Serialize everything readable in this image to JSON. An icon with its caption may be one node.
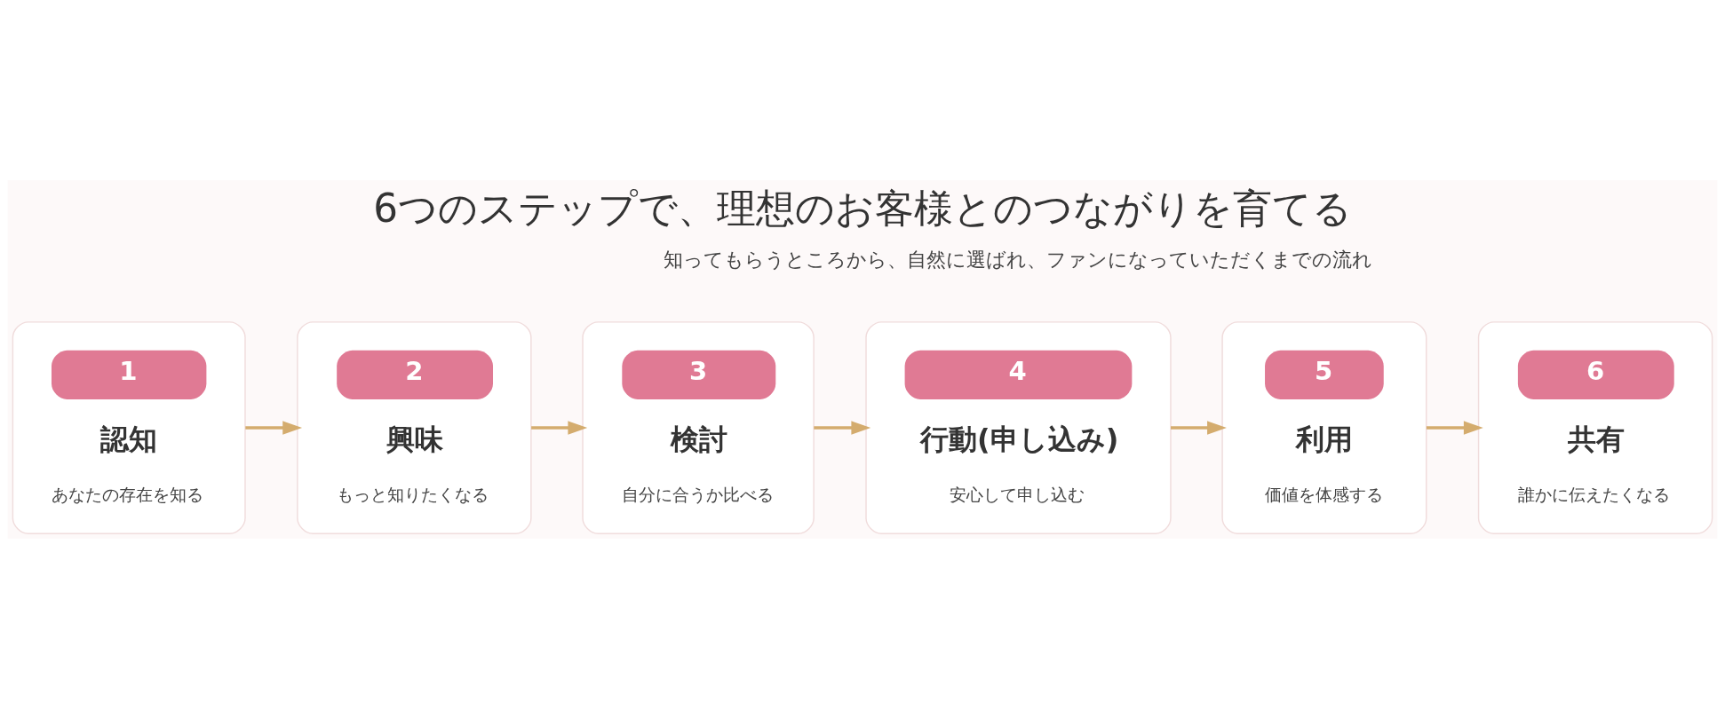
{
  "diagram": {
    "title": "6つのステップで、理想のお客様とのつながりを育てる",
    "nodes": [
      {
        "text": [
          "1",
          "認知",
          "あなたの存在を知る"
        ]
      },
      {
        "text": [
          "2",
          "興味",
          "もっと知りたくなる"
        ]
      },
      {
        "text": [
          "3",
          "検討",
          "自分に合うか比べる"
        ]
      },
      {
        "text": [
          "4",
          "行動(申し込み)",
          "安心して申し込む"
        ]
      },
      {
        "text": [
          "5",
          "利用",
          "価値を体感する"
        ]
      },
      {
        "text": [
          "6",
          "共有",
          "誰かに伝えたくなる"
        ]
      }
    ],
    "edges": [
      {
        "from": 0,
        "to": 1,
        "arrow": "to"
      },
      {
        "from": 1,
        "to": 2,
        "arrow": "to"
      },
      {
        "from": 2,
        "to": 3,
        "arrow": "to"
      },
      {
        "from": 3,
        "to": 4,
        "arrow": "to"
      },
      {
        "from": 4,
        "to": 5,
        "arrow": "to"
      }
    ],
    "labels": [
      "知ってもらうところから、自然に選ばれ、ファンになっていただくまでの流れ"
    ]
  }
}
